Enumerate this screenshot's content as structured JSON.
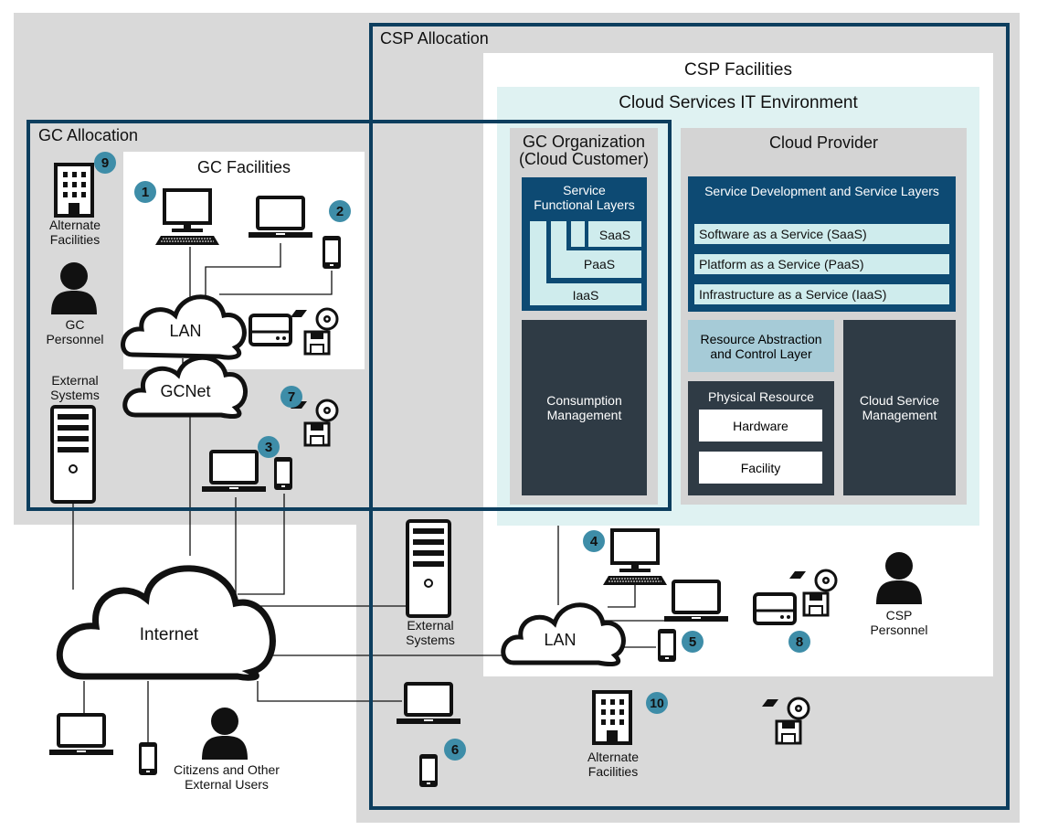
{
  "regions": {
    "csp_allocation": "CSP Allocation",
    "csp_facilities": "CSP Facilities",
    "cloud_env": "Cloud Services IT Environment",
    "gc_allocation": "GC Allocation",
    "gc_facilities": "GC Facilities",
    "gc_org_line1": "GC Organization",
    "gc_org_line2": "(Cloud Customer)",
    "cloud_provider": "Cloud Provider"
  },
  "layers": {
    "service_functional_line1": "Service",
    "service_functional_line2": "Functional Layers",
    "saas": "SaaS",
    "paas": "PaaS",
    "iaas": "IaaS",
    "consumption_line1": "Consumption",
    "consumption_line2": "Management",
    "service_dev": "Service Development and Service Layers",
    "software_service": "Software as a Service (SaaS)",
    "platform_service": "Platform as a Service (PaaS)",
    "infrastructure_service": "Infrastructure as a Service (IaaS)",
    "resource_line1": "Resource Abstraction",
    "resource_line2": "and Control Layer",
    "physical_resource": "Physical Resource",
    "hardware": "Hardware",
    "facility": "Facility",
    "csm_line1": "Cloud Service",
    "csm_line2": "Management"
  },
  "networks": {
    "lan_gc": "LAN",
    "gcnet": "GCNet",
    "internet": "Internet",
    "lan_csp": "LAN"
  },
  "labels": {
    "alt_fac_gc_1": "Alternate",
    "alt_fac_gc_2": "Facilities",
    "gc_personnel_1": "GC",
    "gc_personnel_2": "Personnel",
    "ext_sys_gc_1": "External",
    "ext_sys_gc_2": "Systems",
    "ext_sys_mid_1": "External",
    "ext_sys_mid_2": "Systems",
    "citizens_1": "Citizens and Other",
    "citizens_2": "External Users",
    "csp_personnel_1": "CSP",
    "csp_personnel_2": "Personnel",
    "alt_fac_csp_1": "Alternate",
    "alt_fac_csp_2": "Facilities"
  },
  "badges": [
    "1",
    "2",
    "3",
    "4",
    "5",
    "6",
    "7",
    "8",
    "9",
    "10"
  ],
  "colors": {
    "allocation_border": "#0d3e5e",
    "navy": "#0d4a73",
    "dark": "#2f3b45",
    "teal_badge": "#3e8da8",
    "light_teal": "#cfeced",
    "grey_bg": "#d9d9d9"
  }
}
